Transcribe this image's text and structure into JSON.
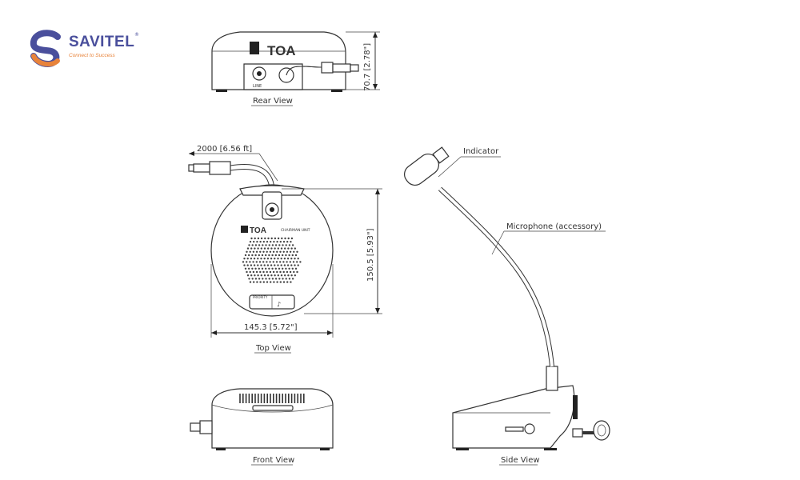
{
  "logo": {
    "name": "SAVITEL",
    "tagline": "Connect to Success",
    "registered": "®",
    "colors": {
      "primary": "#4a4f9c",
      "accent": "#e8833a"
    }
  },
  "rear_view": {
    "caption": "Rear View",
    "brand": "TOA",
    "port_label": "LINE",
    "height_dim": "70.7 [2.78\"]"
  },
  "top_view": {
    "caption": "Top View",
    "brand": "TOA",
    "unit_label": "CHAIRMAN UNIT",
    "button_label": "PRIORITY",
    "cable_dim": "2000 [6.56 ft]",
    "height_dim": "150.5 [5.93\"]",
    "width_dim": "145.3 [5.72\"]"
  },
  "front_view": {
    "caption": "Front View"
  },
  "side_view": {
    "caption": "Side View",
    "callout_indicator": "Indicator",
    "callout_microphone": "Microphone (accessory)"
  }
}
